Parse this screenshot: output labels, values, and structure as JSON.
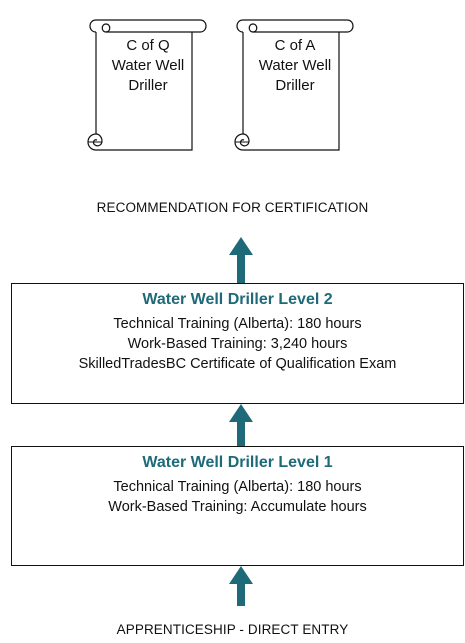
{
  "certificates": [
    {
      "lines": [
        "C of Q",
        "Water Well",
        "Driller"
      ]
    },
    {
      "lines": [
        "C of A",
        "Water Well",
        "Driller"
      ]
    }
  ],
  "recommendation_label": "RECOMMENDATION FOR CERTIFICATION",
  "levels": [
    {
      "title": "Water Well Driller Level 2",
      "lines": [
        "Technical Training (Alberta):  180 hours",
        "Work-Based Training: 3,240 hours",
        "SkilledTradesBC Certificate of Qualification Exam"
      ]
    },
    {
      "title": "Water Well Driller Level 1",
      "lines": [
        "Technical Training (Alberta):  180 hours",
        "Work-Based Training: Accumulate hours"
      ]
    }
  ],
  "entry_label": "APPRENTICESHIP - DIRECT ENTRY",
  "colors": {
    "arrow": "#1e6a78",
    "level_title": "#1e6a78",
    "border": "#111111"
  }
}
